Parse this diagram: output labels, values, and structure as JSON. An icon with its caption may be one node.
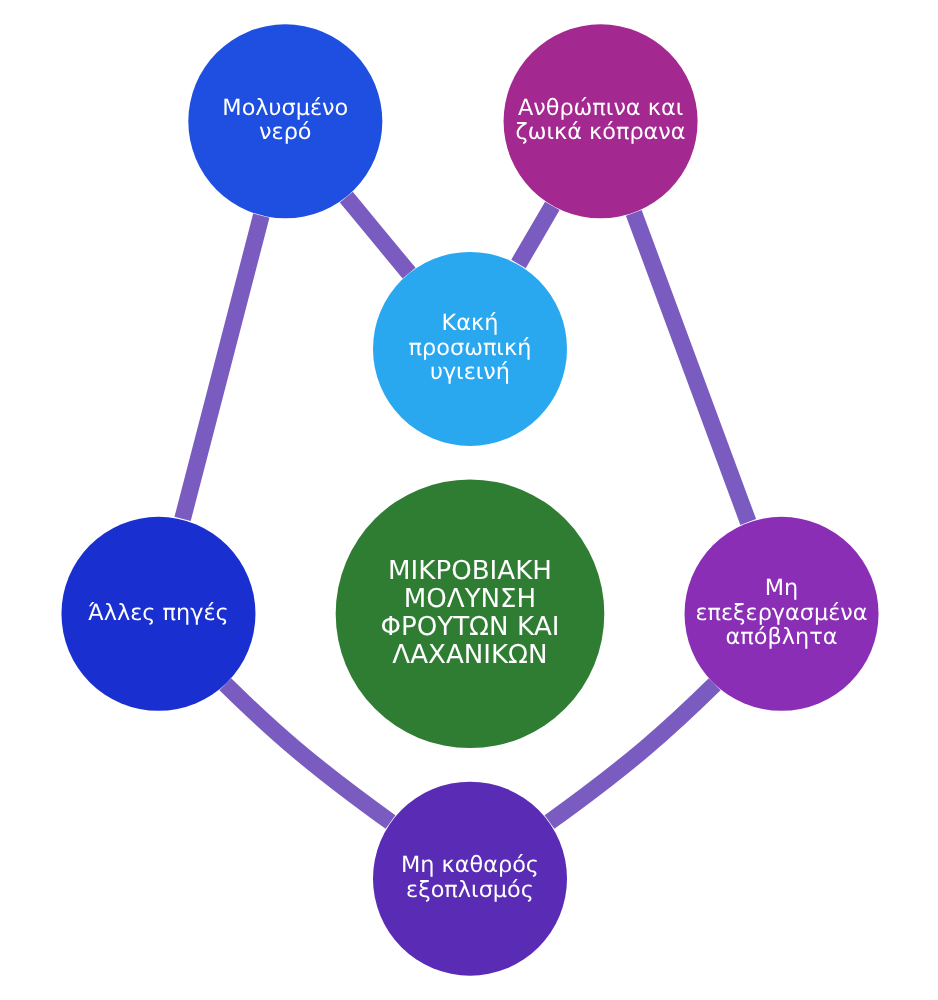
{
  "diagram": {
    "nodes": [
      {
        "text": [
          "ΜΙΚΡΟΒΙΑΚΗ ΜΟΛΥΝΣΗ ΦΡΟΥΤΩΝ ΚΑΙ ΛΑΧΑΝΙΚΩΝ"
        ]
      },
      {
        "text": [
          "Κακή προσωπική υγιεινή"
        ]
      },
      {
        "text": [
          "Μολυσμένο νερό"
        ]
      },
      {
        "text": [
          "Άλλες πηγές"
        ]
      },
      {
        "text": [
          "Μη καθαρός εξοπλισμός"
        ]
      },
      {
        "text": [
          "Μη επεξεργασμένα απόβλητα"
        ]
      },
      {
        "text": [
          "Ανθρώπινα και ζωικά κόπρανα"
        ]
      }
    ],
    "edges": [
      {
        "from": 1,
        "to": 2,
        "arrow": "none"
      },
      {
        "from": 2,
        "to": 3,
        "arrow": "none"
      },
      {
        "from": 3,
        "to": 4,
        "arrow": "none"
      },
      {
        "from": 5,
        "to": 4,
        "arrow": "none"
      },
      {
        "from": 6,
        "to": 5,
        "arrow": "none"
      },
      {
        "from": 6,
        "to": 1,
        "arrow": "none"
      }
    ]
  }
}
